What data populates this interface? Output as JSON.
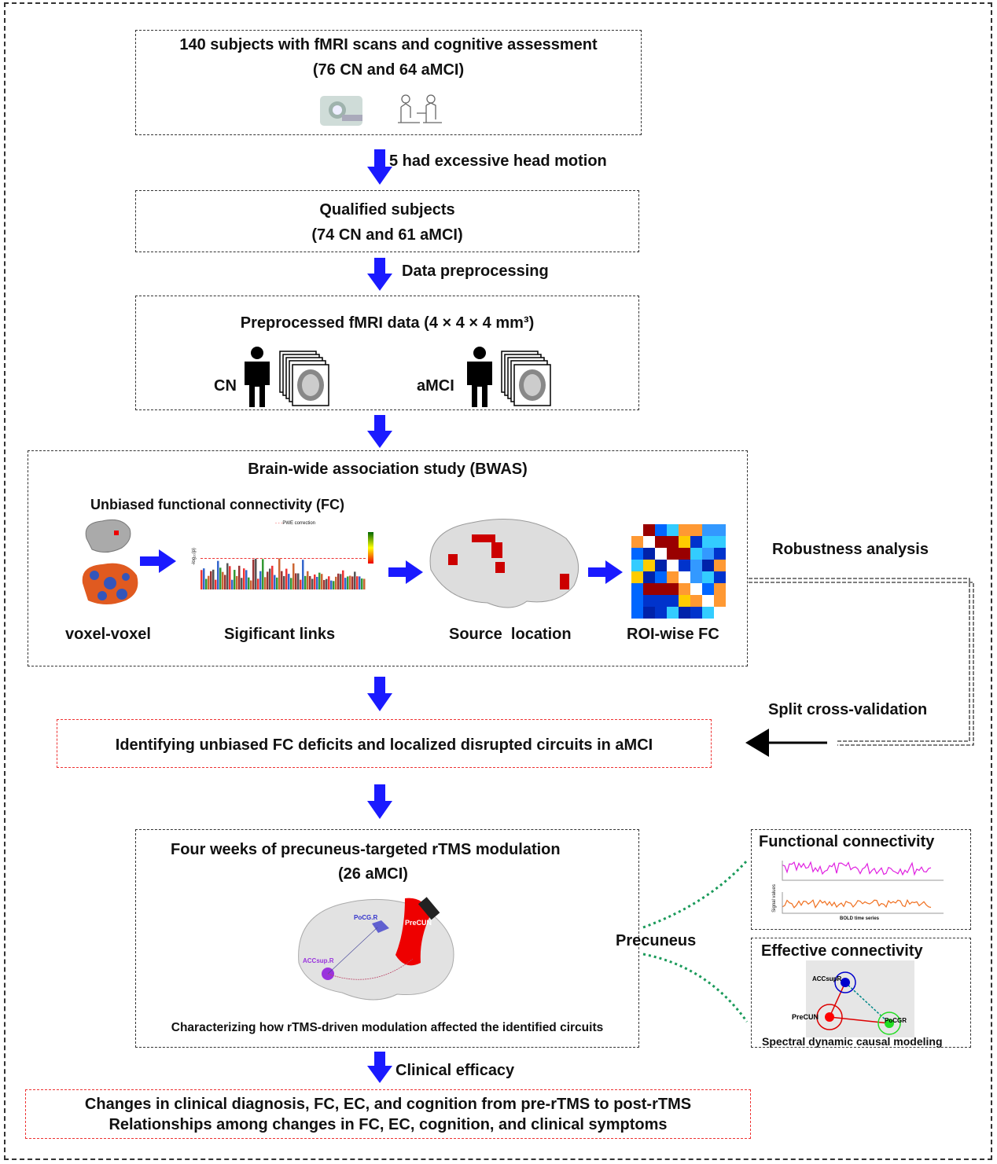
{
  "step1": {
    "line1": "140 subjects with fMRI scans and cognitive assessment",
    "line2": "(76 CN and 64 aMCI)"
  },
  "exclusion": "5 had excessive head motion",
  "step2": {
    "line1": "Qualified subjects",
    "line2": "(74 CN and 61 aMCI)"
  },
  "preprocessing": "Data preprocessing",
  "step3": {
    "title": "Preprocessed fMRI data (4 × 4 × 4 mm³)",
    "group1": "CN",
    "group2": "aMCI"
  },
  "bwas": {
    "title": "Brain-wide association study (BWAS)",
    "subtitle": "Unbiased functional connectivity (FC)",
    "legend": "PWE correction",
    "yaxis": "-log₁₀(p)",
    "labels": [
      "voxel-voxel",
      "Sigificant links",
      "Source  location",
      "ROI-wise FC"
    ]
  },
  "robustness": "Robustness analysis",
  "split": "Split cross-validation",
  "identify": "Identifying unbiased FC deficits and localized disrupted circuits in aMCI",
  "rtms": {
    "title": "Four weeks of precuneus-targeted rTMS modulation",
    "subtitle": "(26 aMCI)",
    "regions": [
      "PoCG.R",
      "PreCUN",
      "ACCsup.R"
    ],
    "caption": "Characterizing how rTMS-driven modulation affected the identified circuits"
  },
  "precuneus": "Precuneus",
  "fc_panel": {
    "title": "Functional connectivity",
    "ylabel": "Signal values",
    "xlabel": "BOLD time series"
  },
  "ec_panel": {
    "title": "Effective connectivity",
    "nodes": [
      "ACCsupR",
      "PreCUN",
      "PoCGR"
    ],
    "caption": "Spectral dynamic causal modeling"
  },
  "clinical": "Clinical efficacy",
  "outcome": {
    "line1": "Changes in clinical diagnosis, FC, EC, and cognition from pre-rTMS to post-rTMS",
    "line2": "Relationships among changes in FC, EC, cognition, and clinical symptoms"
  },
  "colors": {
    "arrow": "#1a1aff",
    "red_box": "#e33333",
    "dashed": "#333333"
  }
}
